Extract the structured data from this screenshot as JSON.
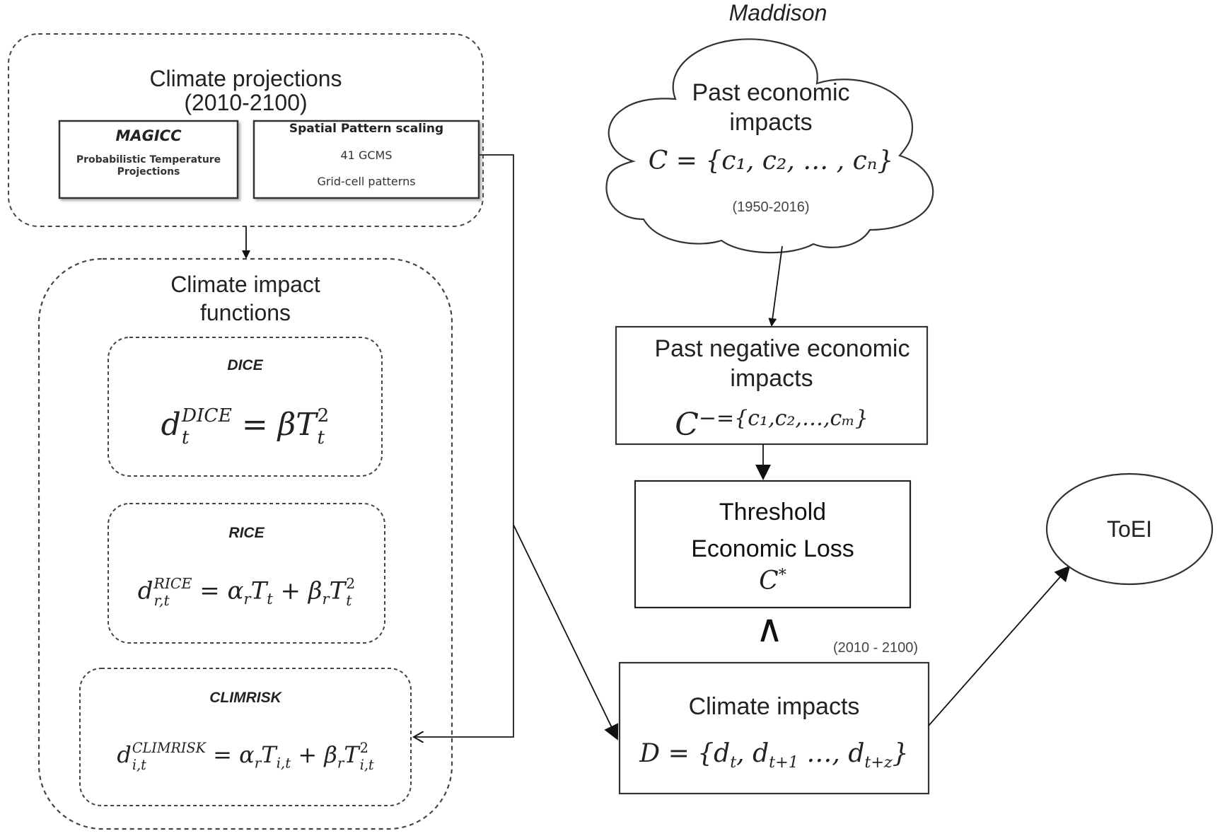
{
  "diagram": {
    "projections": {
      "title": "Climate projections",
      "period": "(2010-2100)",
      "magicc": {
        "name": "MAGICC",
        "description_line1": "Probabilistic Temperature",
        "description_line2": "Projections"
      },
      "spatial": {
        "name": "Spatial Pattern scaling",
        "gcms": "41 GCMS",
        "patterns": "Grid-cell patterns"
      }
    },
    "impact_functions": {
      "title_line1": "Climate impact",
      "title_line2": "functions",
      "models": [
        {
          "name": "DICE",
          "equation": "d_t^DICE = βT_t^2"
        },
        {
          "name": "RICE",
          "equation": "d_{r,t}^RICE = α_r T_t + β_r T_t^2"
        },
        {
          "name": "CLIMRISK",
          "equation": "d_{i,t}^CLIMRISK = α_r T_{i,t} + β_r T_{i,t}^2"
        }
      ]
    },
    "maddison": {
      "source": "Maddison",
      "title_line1": "Past economic",
      "title_line2": "impacts",
      "equation": "C = {c1, c2, …, cn}",
      "period": "(1950-2016)"
    },
    "negative": {
      "title_line1": "Past negative economic",
      "title_line2": "impacts",
      "equation": "C− = {c1, c2, …, cm}"
    },
    "threshold": {
      "title_line1": "Threshold",
      "title_line2": "Economic Loss",
      "symbol": "C*"
    },
    "comparison_symbol": "∧",
    "climate_impacts": {
      "period": "(2010 - 2100)",
      "title": "Climate impacts",
      "equation": "D = {dt, dt+1 …, dt+z}"
    },
    "output": {
      "label": "ToEI"
    },
    "math_glyphs": {
      "d": "d",
      "C": "C",
      "D": "D",
      "T": "T",
      "beta": "β",
      "alpha": "α",
      "eq": "=",
      "plus": "+",
      "star": "*",
      "minus_eq": "−=",
      "sub_t": "t",
      "sub_rt": "r,t",
      "sub_it": "i,t",
      "sub_r": "r",
      "sup_2": "2",
      "sup_dice": "DICE",
      "sup_rice": "RICE",
      "sup_climrisk": "CLIMRISK",
      "set_c_n": "{c₁, c₂, … , cₙ}",
      "set_c_m": "{c₁,c₂,…,cₘ}",
      "set_d_open": "{d",
      "comma": ",",
      "t1": "t+1",
      "ellipsis": " …, ",
      "tz": "t+z",
      "close": "}"
    }
  }
}
